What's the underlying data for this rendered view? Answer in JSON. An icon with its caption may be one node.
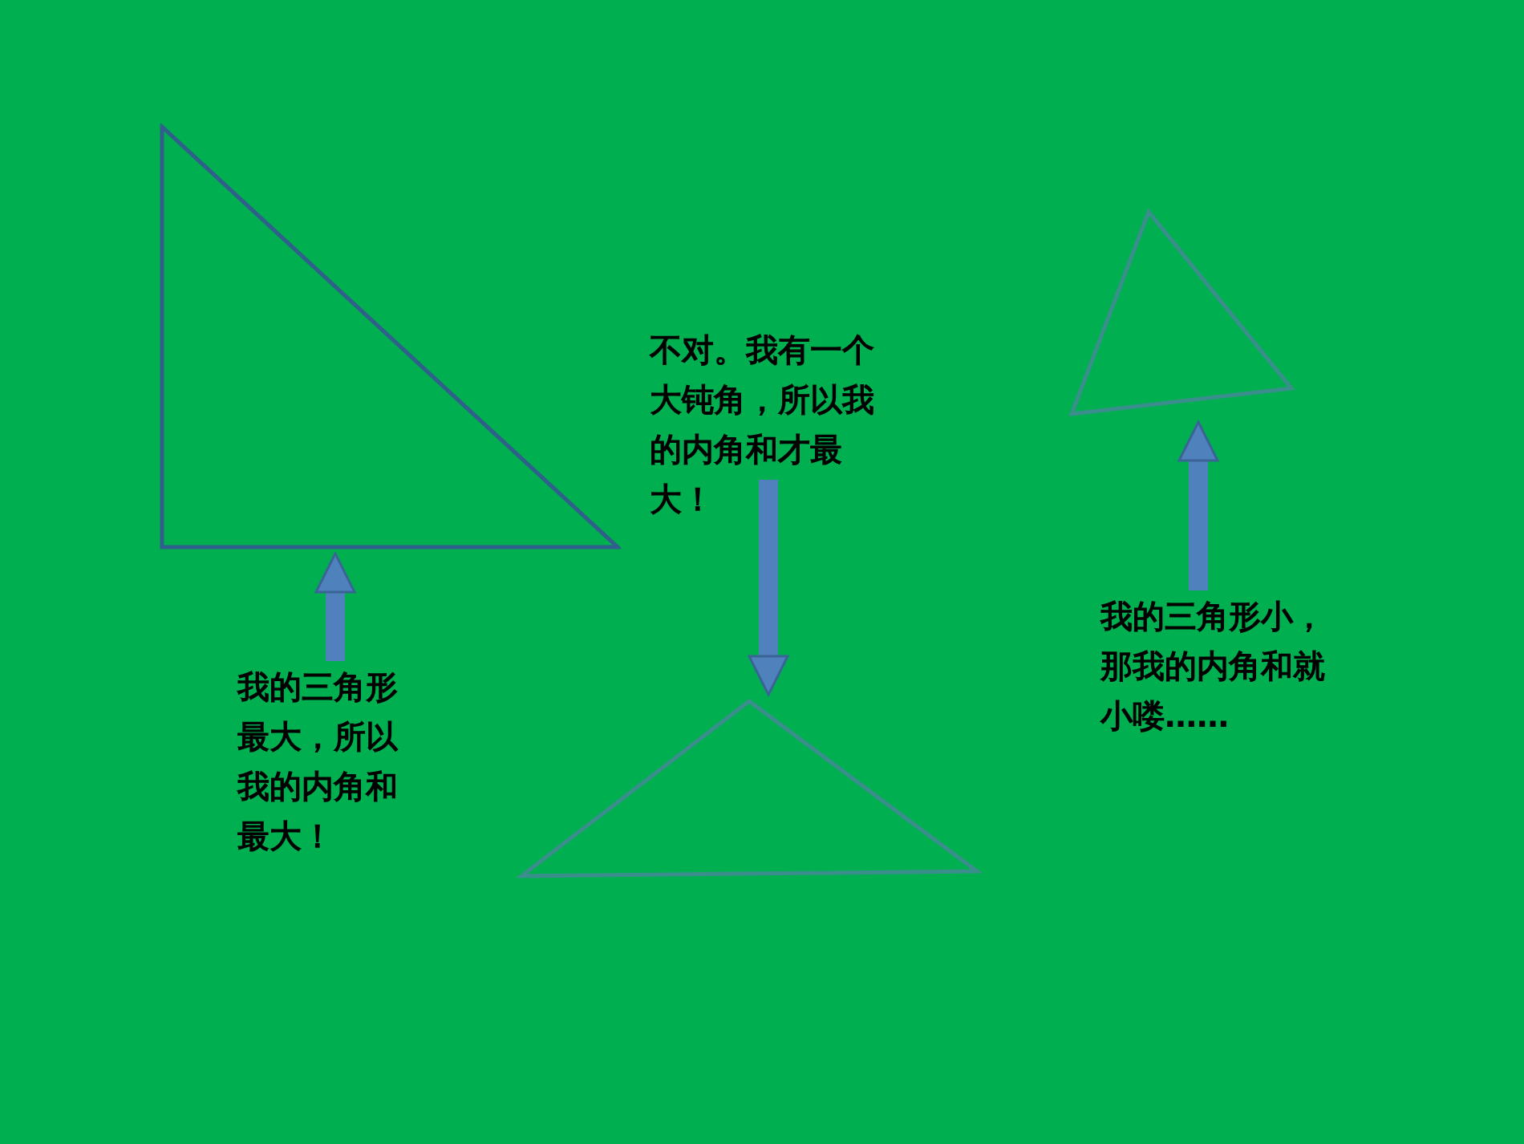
{
  "diagram": {
    "nodes": [
      {
        "text": [],
        "shape": "triangle"
      },
      {
        "text": [
          "不对。我有一个大钝角，所以我的内角和才最大！"
        ]
      },
      {
        "text": [],
        "shape": "triangle"
      },
      {
        "text": [
          "我的三角形小，那我的内角和就小喽……"
        ]
      },
      {
        "text": [
          "我的三角形最大，所以我的内角和最大！"
        ]
      },
      {
        "text": [],
        "shape": "triangle"
      }
    ],
    "edges": [
      {
        "from": 4,
        "to": 0,
        "arrow": "to"
      },
      {
        "from": 1,
        "to": 5,
        "arrow": "to"
      },
      {
        "from": 3,
        "to": 2,
        "arrow": "to"
      }
    ]
  }
}
